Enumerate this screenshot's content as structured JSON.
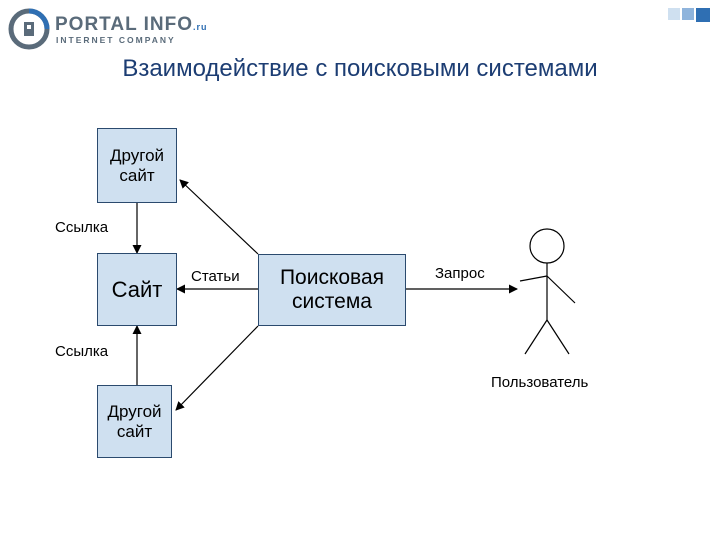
{
  "header": {
    "logo_main": "PORTAL INFO",
    "logo_suffix": ".ru",
    "logo_sub": "INTERNET COMPANY",
    "logo_icon": "portal-info-logo-icon",
    "corner_squares_icon": "corner-squares-decoration",
    "colors": {
      "logo_dark": "#5a6b7a",
      "accent_blue": "#2f6fb3",
      "square_light": "#cfe0f0"
    }
  },
  "title": "Взаимодействие с поисковыми системами",
  "diagram": {
    "nodes": {
      "other_site_top": {
        "line1": "Другой",
        "line2": "сайт"
      },
      "site": {
        "label": "Сайт"
      },
      "search_engine": {
        "line1": "Поисковая",
        "line2": "система"
      },
      "other_site_bottom": {
        "line1": "Другой",
        "line2": "сайт"
      },
      "user": {
        "label": "Пользователь",
        "icon": "stick-figure-icon"
      }
    },
    "edges": {
      "link_top": "Ссылка",
      "link_bottom": "Ссылка",
      "articles": "Статьи",
      "query": "Запрос"
    },
    "colors": {
      "box_fill": "#cfe0f0",
      "box_border": "#2b4a6e",
      "title": "#1c3d73"
    }
  }
}
